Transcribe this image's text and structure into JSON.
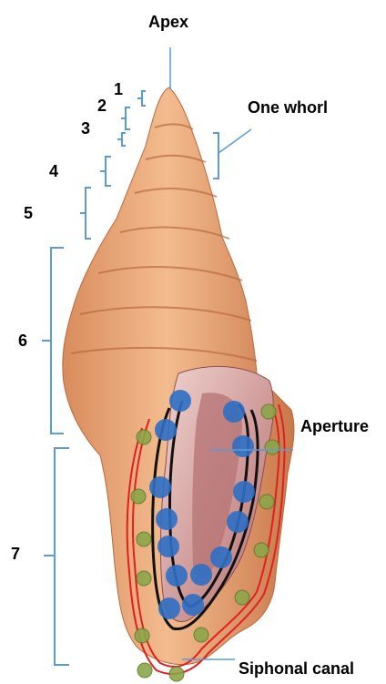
{
  "labels": {
    "apex": "Apex",
    "one_whorl": "One whorl",
    "aperture": "Aperture",
    "siphonal_canal": "Siphonal canal",
    "whorls": [
      "1",
      "2",
      "3",
      "4",
      "5",
      "6",
      "7"
    ]
  },
  "colors": {
    "shell": "#E9A878",
    "shell_dark": "#C9784A",
    "aperture": "#E6B6B0",
    "aperture_inner": "#B56F6F",
    "bracket": "#5B9BD5",
    "outline_red": "#E02020",
    "outline_black": "#111111",
    "blue_marker": "#2F6FC4",
    "green_marker": "#8CA64A"
  },
  "icons": {
    "whorl_bracket": "bracket-icon",
    "landmark_blue": "blue-circle-marker",
    "landmark_green": "green-circle-marker"
  }
}
